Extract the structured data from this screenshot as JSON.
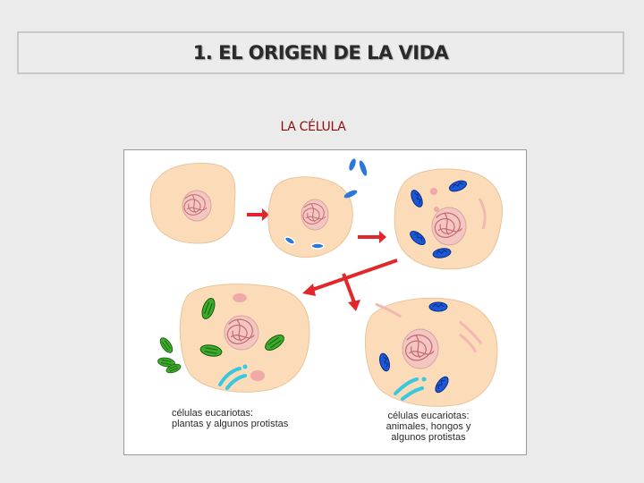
{
  "slide": {
    "title": "1. EL ORIGEN DE LA VIDA",
    "subtitle": "LA CÉLULA"
  },
  "captions": {
    "plants": [
      "células eucariotas:",
      "plantas y algunos protistas"
    ],
    "animals": [
      "células eucariotas:",
      "animales, hongos y",
      "algunos protistas"
    ]
  },
  "colors": {
    "background": "#ebebeb",
    "cell_fill": "#fcdcb8",
    "nucleus_fill": "#f4c6c2",
    "chromatin": "#c46a70",
    "arrow": "#e0282a",
    "mitochondria_blue": "#1a58d8",
    "prokaryote_blue": "#2a78d8",
    "chloroplast_green": "#3caa2a",
    "golgi_cyan": "#38c8e0",
    "vacuole_pink": "#f0a8a8"
  }
}
